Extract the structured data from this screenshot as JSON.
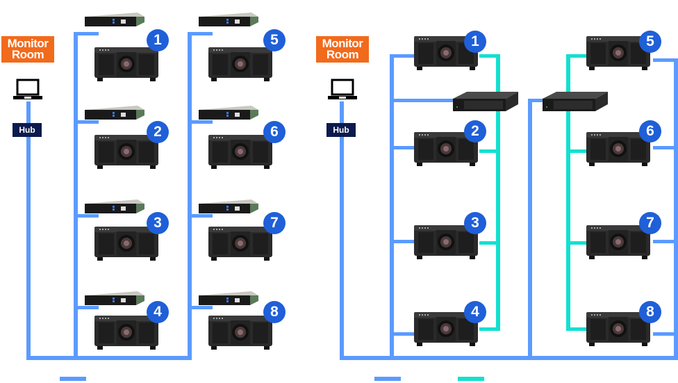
{
  "left_diagram": {
    "monitor_room_label": "Monitor Room",
    "hub_label": "Hub",
    "computer_icon": "laptop-icon",
    "projectors": [
      {
        "number": "1"
      },
      {
        "number": "2"
      },
      {
        "number": "3"
      },
      {
        "number": "4"
      },
      {
        "number": "5"
      },
      {
        "number": "6"
      },
      {
        "number": "7"
      },
      {
        "number": "8"
      }
    ],
    "expansion_board_icon": "function-board-icon"
  },
  "right_diagram": {
    "monitor_room_label": "Monitor Room",
    "hub_label": "Hub",
    "computer_icon": "laptop-icon",
    "projectors": [
      {
        "number": "1"
      },
      {
        "number": "2"
      },
      {
        "number": "3"
      },
      {
        "number": "4"
      },
      {
        "number": "5"
      },
      {
        "number": "6"
      },
      {
        "number": "7"
      },
      {
        "number": "8"
      }
    ],
    "switcher_icon": "signal-box-icon"
  },
  "legend": {
    "colors": {
      "lan": "#5b9bff",
      "video": "#13e0d0"
    }
  },
  "colors": {
    "monitor_room_bg": "#f26a1b",
    "hub_bg": "#0c1a4d",
    "badge_bg": "#1f5fd8"
  }
}
